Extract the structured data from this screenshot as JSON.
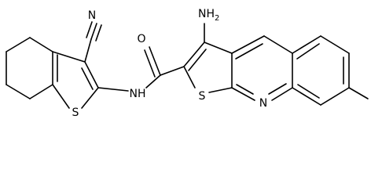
{
  "molecule": {
    "atoms": {
      "nitrile_n": "N",
      "amine": "NH2",
      "carbonyl_o": "O",
      "amide_nh": "NH",
      "thiophene_s_left": "S",
      "thiophene_s_right": "S",
      "pyridine_n": "N"
    }
  },
  "colors": {
    "bond": "#000000",
    "label": "#000000",
    "background": "#ffffff"
  }
}
